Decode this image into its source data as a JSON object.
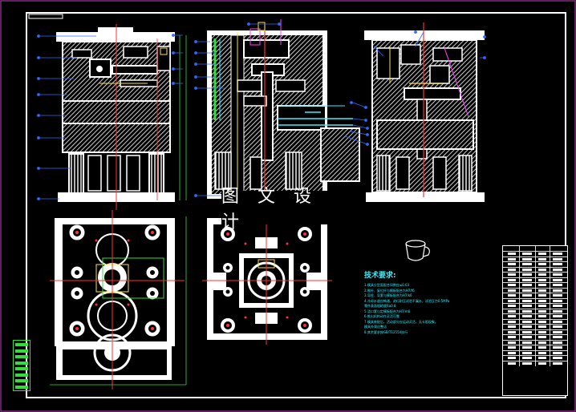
{
  "watermark": {
    "text": "图 文 设 计"
  },
  "technical_requirements": {
    "title": "技术要求:",
    "lines": [
      "1.模具分型面配合间隙应≤0.03",
      "2.推杆、复位杆与模板配合为H7/f6",
      "3.导柱、导套与模板配合为H7/k6",
      "4.冷却水道应畅通，进行耐压试验不漏水，试验压力0.5MPa",
      "  零件表面粗糙度Ra0.8",
      "5.浇口套与定模板配合为H7/m6",
      "6.推出机构动作灵活可靠",
      "7.模具装配后，活动部分应运动灵活，无卡阻现象。",
      "  模具外观应整洁",
      "8.其余要求按GB/T12554执行"
    ]
  },
  "colors": {
    "background": "#000000",
    "frame": "#ffffff",
    "hatch": "#ffffff",
    "centerline": "#ff3030",
    "leader": "#2f6bff",
    "cyan": "#35f0ff",
    "yellow": "#ffe23a",
    "green": "#2fe03a",
    "magenta": "#ff40ff"
  },
  "icons": {
    "cup": "cup-icon"
  }
}
